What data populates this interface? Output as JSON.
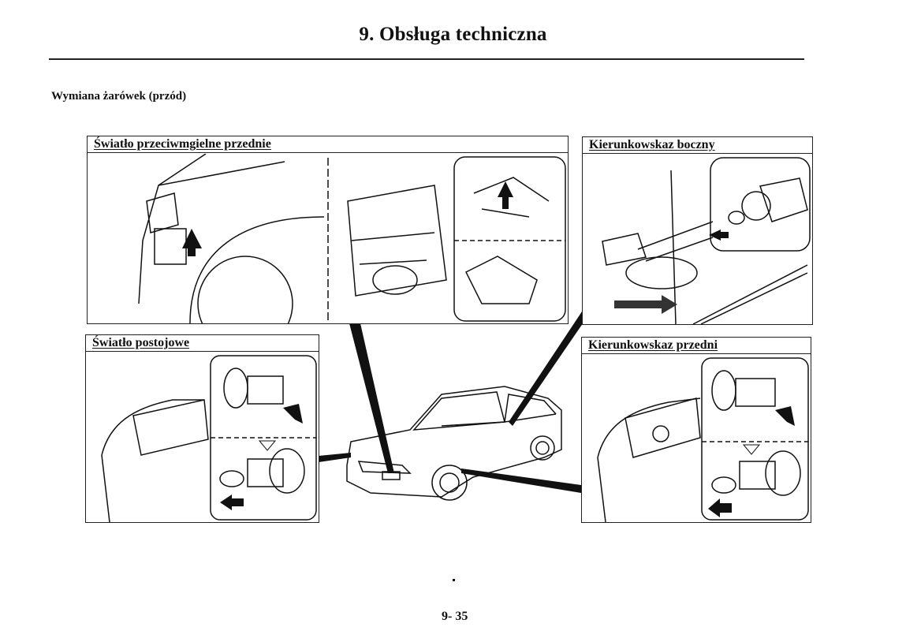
{
  "header": {
    "title": "9. Obsługa techniczna"
  },
  "section": {
    "title": "Wymiana żarówek (przód)"
  },
  "panels": {
    "fog_light": {
      "label": "Światło przeciwmgielne przednie"
    },
    "side_indicator": {
      "label": "Kierunkowskaz boczny"
    },
    "parking_light": {
      "label": "Światło postojowe"
    },
    "front_indicator": {
      "label": "Kierunkowskaz przedni"
    }
  },
  "footer": {
    "page_number": "9- 35"
  }
}
